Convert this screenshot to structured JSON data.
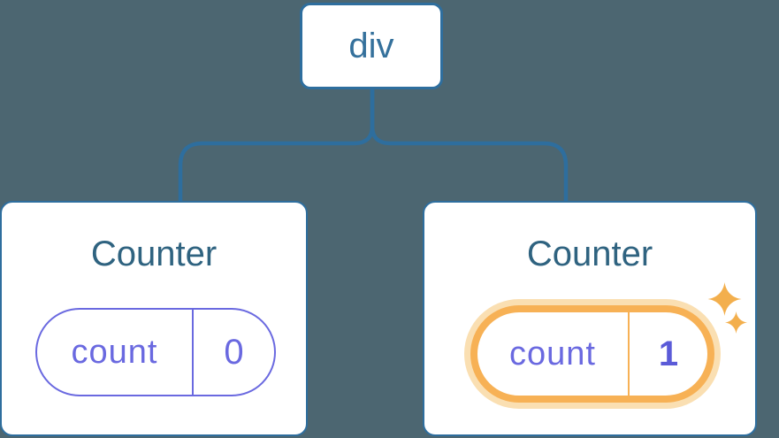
{
  "colors": {
    "background": "#4C6671",
    "connector_blue": "#2E6E9E",
    "root_label_blue": "#35719C",
    "card_title_blue": "#2F6380",
    "state_purple": "#6A69E0",
    "highlighted_value_purple": "#5B5BD8",
    "highlight_orange": "#F7B155",
    "highlight_glow_orange": "#FADFB2",
    "sparkle_orange": "#F3AF4D",
    "card_background": "#FFFFFF"
  },
  "tree": {
    "root": {
      "label": "div"
    },
    "children": [
      {
        "title": "Counter",
        "highlighted": false,
        "state": {
          "key": "count",
          "value": "0"
        }
      },
      {
        "title": "Counter",
        "highlighted": true,
        "state": {
          "key": "count",
          "value": "1"
        }
      }
    ]
  },
  "icons": {
    "sparkle_large": "sparkle-icon",
    "sparkle_small": "sparkle-icon"
  }
}
